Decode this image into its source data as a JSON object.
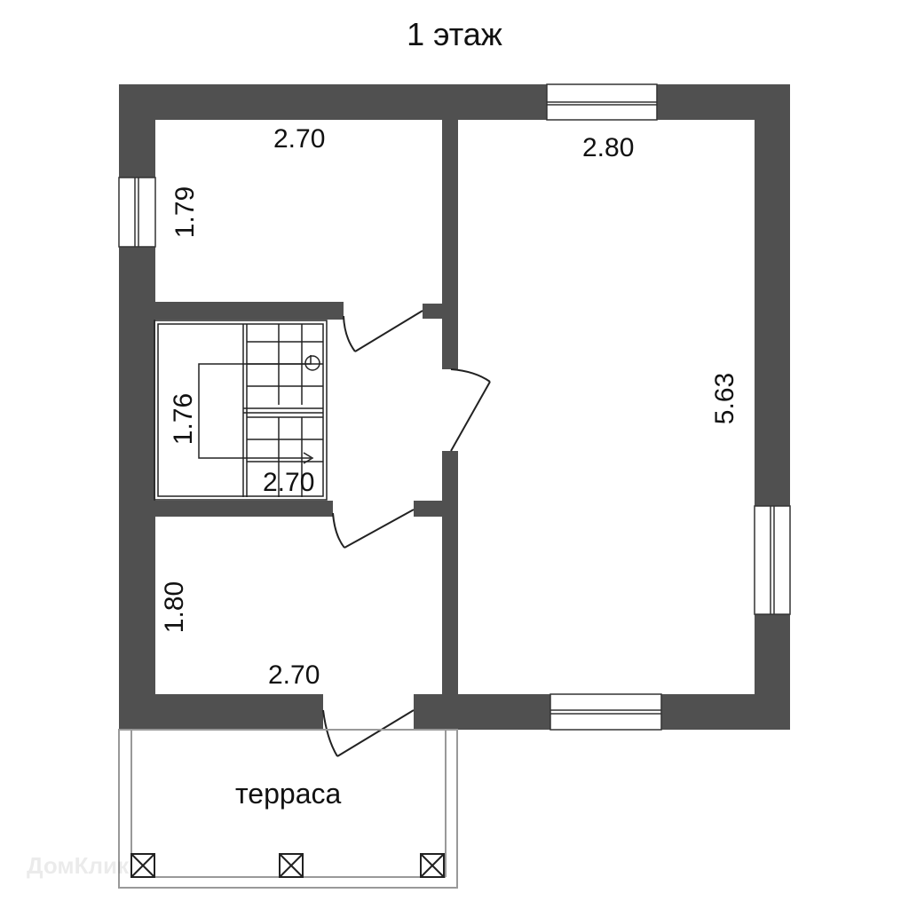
{
  "title": "1 этаж",
  "dimensions": {
    "room_top_left_width": "2.70",
    "room_top_left_height": "1.79",
    "room_right_width": "2.80",
    "room_right_height": "5.63",
    "stair_height": "1.76",
    "stair_width": "2.70",
    "room_bottom_left_height": "1.80",
    "room_bottom_left_width": "2.70"
  },
  "terrace_label": "терраса",
  "watermark": "ДомКлик",
  "colors": {
    "wall": "#505050",
    "line": "#222222",
    "background": "#ffffff"
  }
}
